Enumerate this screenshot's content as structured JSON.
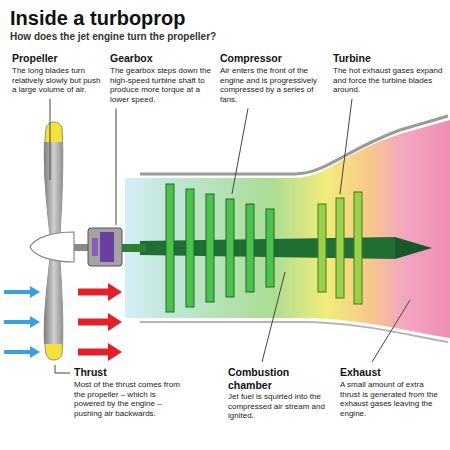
{
  "diagram": {
    "title": "Inside a turboprop",
    "labels": [
      "How does the jet engine turn the propeller?",
      "Propeller",
      "The long blades turn relatively slowly but push a large volume of air.",
      "Gearbox",
      "The gearbox steps down the high-speed turbine shaft to produce more torque at a lower speed.",
      "Compressor",
      "Air enters the front of the engine and is progressively compressed by a series of fans.",
      "Turbine",
      "The hot exhaust gases expand and force the turbine blades around.",
      "Thrust",
      "Most of the thrust comes from the propeller – which is powered by the engine – pushing air backwards.",
      "Combustion chamber",
      "Jet fuel is squirted into the compressed air stream and ignited.",
      "Exhaust",
      "A small amount of extra thrust is generated from the exhaust gases leaving the engine."
    ]
  }
}
